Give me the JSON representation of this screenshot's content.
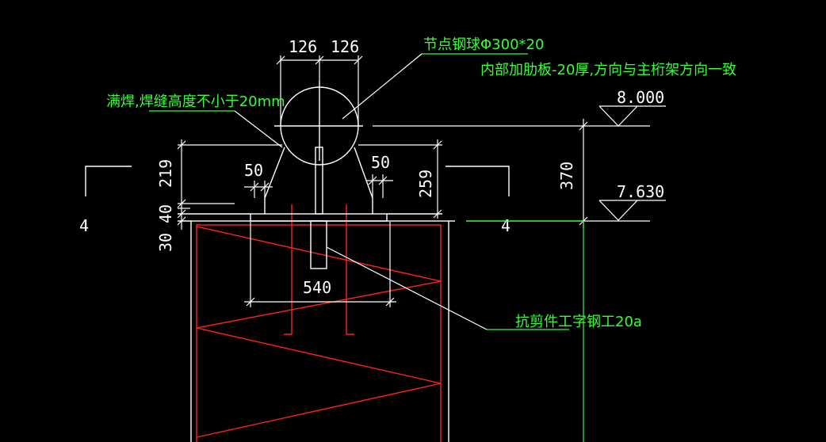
{
  "colors": {
    "background": "#000000",
    "outline": "#ffffff",
    "annotation": "#33ff33",
    "rebar": "#ff2020"
  },
  "annotations": {
    "node_ball": "节点钢球Φ300*20",
    "stiffener": "内部加肋板-20厚,方向与主桁架方向一致",
    "weld": "满焊,焊缝高度不小于20mm",
    "shear_key": "抗剪件工字钢工20a"
  },
  "dimensions": {
    "top_left": "126",
    "top_right": "126",
    "height_219": "219",
    "height_40": "40",
    "height_30": "30",
    "gap_left": "50",
    "gap_right": "50",
    "height_259": "259",
    "width_540": "540",
    "height_370": "370"
  },
  "elevations": {
    "top": "8.000",
    "bottom": "7.630"
  },
  "section_marks": {
    "left": "4",
    "right": "4"
  }
}
